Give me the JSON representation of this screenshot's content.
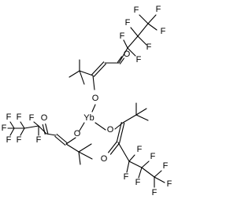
{
  "molecule": {
    "atoms": {
      "metal": "Yb",
      "oxygen": "O",
      "fluorine": "F"
    },
    "colors": {
      "bond": "#000000",
      "label": "#000000",
      "background": "#ffffff"
    }
  }
}
